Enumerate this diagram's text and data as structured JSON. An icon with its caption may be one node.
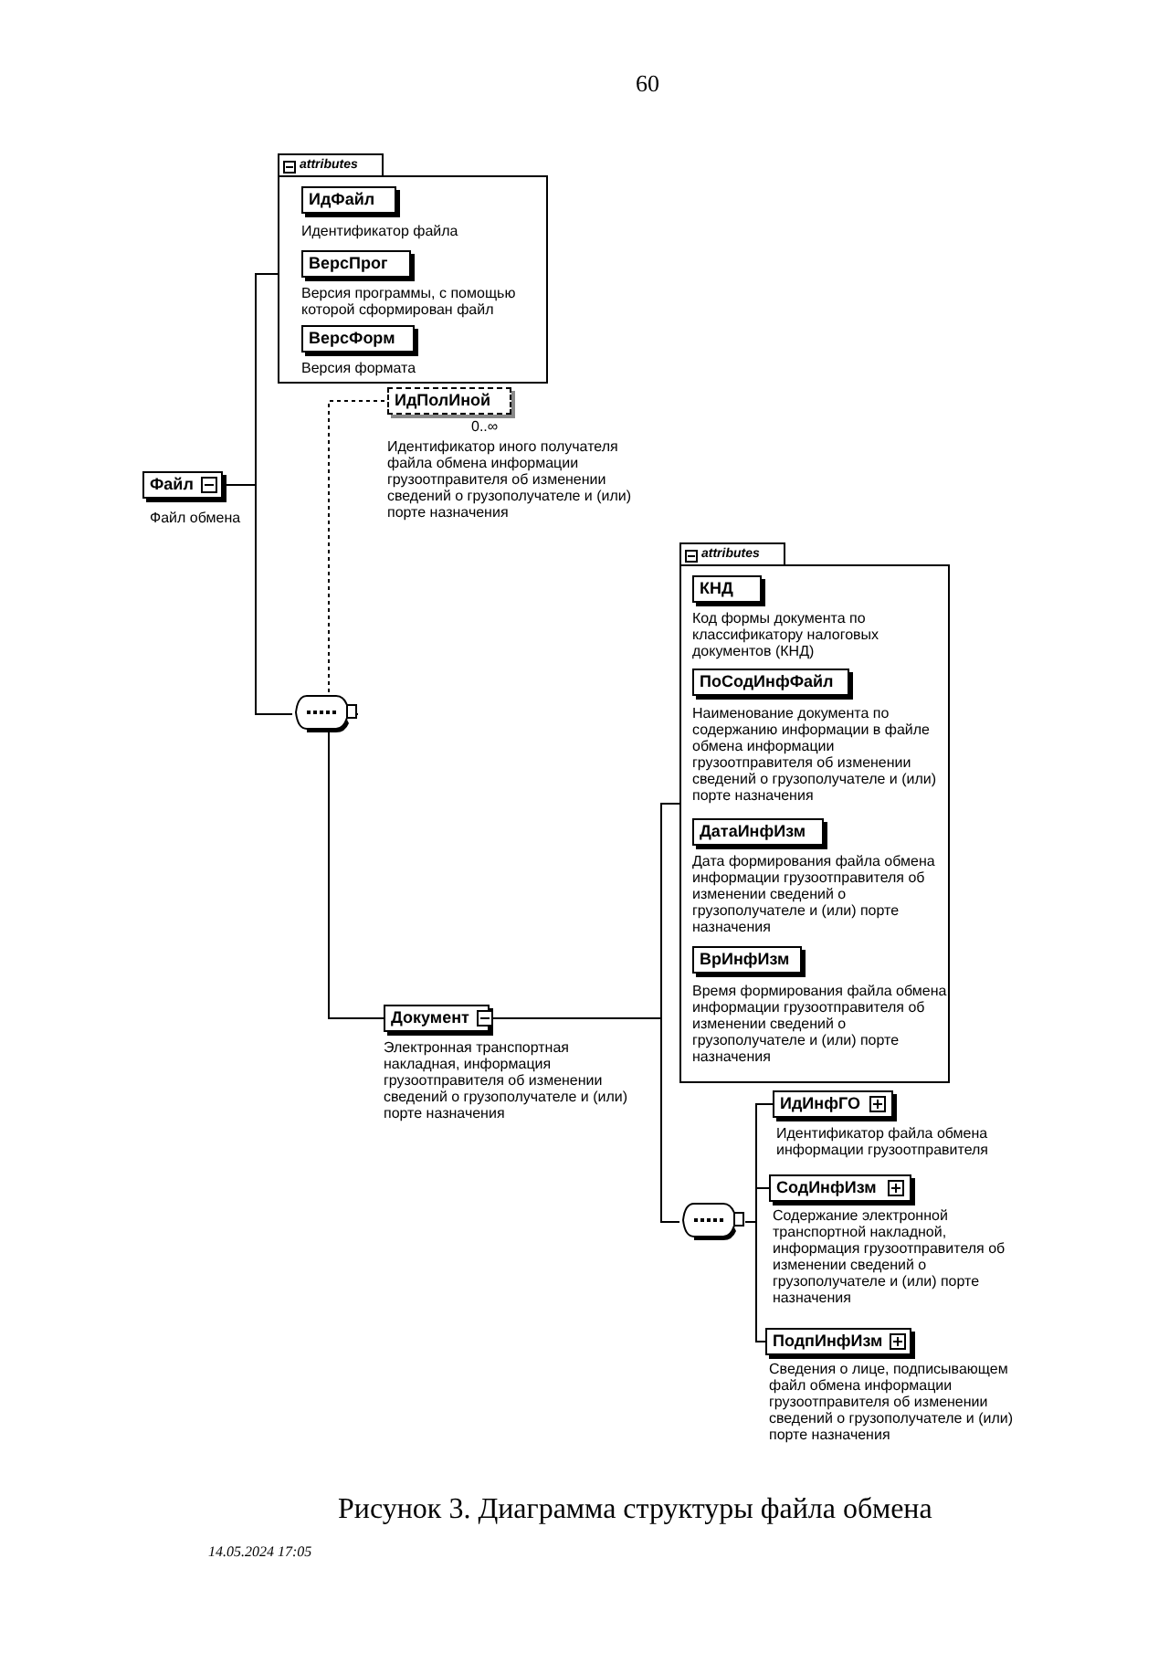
{
  "diagram": {
    "caption": "Рисунок 3. Диаграмма структуры файла обмена",
    "nodes": [
      {
        "text": [
          "attributes"
        ]
      },
      {
        "text": [
          "ИдФайл"
        ],
        "in": 0,
        "beside": [
          "Идентификатор файла"
        ]
      },
      {
        "text": [
          "ВерсПрог"
        ],
        "in": 0,
        "beside": [
          "Версия программы, с помощью которой сформирован файл"
        ]
      },
      {
        "text": [
          "ВерсФорм"
        ],
        "in": 0,
        "beside": [
          "Версия формата"
        ]
      },
      {
        "text": [
          "Файл"
        ],
        "beside": [
          "Файл обмена"
        ]
      },
      {
        "text": [],
        "shape": "oval"
      },
      {
        "text": [
          "ИдПолИной"
        ],
        "beside": [
          "0..∞",
          "Идентификатор иного получателя файла обмена информации грузоотправителя об изменении сведений о грузополучателе и (или) порте назначения"
        ]
      },
      {
        "text": [
          "Документ"
        ],
        "beside": [
          "Электронная транспортная накладная, информация грузоотправителя об изменении сведений о грузополучателе и (или) порте назначения"
        ]
      },
      {
        "text": [
          "attributes"
        ]
      },
      {
        "text": [
          "КНД"
        ],
        "in": 8,
        "beside": [
          "Код формы документа по классификатору налоговых документов (КНД)"
        ]
      },
      {
        "text": [
          "ПоСодИнфФайл"
        ],
        "in": 8,
        "beside": [
          "Наименование документа по содержанию информации в файле обмена информации грузоотправителя об изменении сведений о грузополучателе и (или) порте назначения"
        ]
      },
      {
        "text": [
          "ДатаИнфИзм"
        ],
        "in": 8,
        "beside": [
          "Дата формирования файла обмена информации грузоотправителя об изменении сведений о грузополучателе и (или) порте назначения"
        ]
      },
      {
        "text": [
          "ВрИнфИзм"
        ],
        "in": 8,
        "beside": [
          "Время формирования файла обмена информации грузоотправителя об изменении сведений о грузополучателе и (или) порте назначения"
        ]
      },
      {
        "text": [],
        "shape": "oval"
      },
      {
        "text": [
          "ИдИнфГО"
        ],
        "beside": [
          "Идентификатор файла обмена информации грузоотправителя"
        ]
      },
      {
        "text": [
          "СодИнфИзм"
        ],
        "beside": [
          "Содержание электронной транспортной накладной, информация грузоотправителя об изменении сведений о грузополучателе и (или) порте назначения"
        ]
      },
      {
        "text": [
          "ПодпИнфИзм"
        ],
        "beside": [
          "Сведения о лице, подписывающем файл обмена информации грузоотправителя об изменении сведений о грузополучателе и (или) порте назначения"
        ]
      }
    ],
    "edges": [
      {
        "from": 4,
        "to": 0,
        "arrow": "none"
      },
      {
        "from": 4,
        "to": 5,
        "arrow": "none"
      },
      {
        "from": 5,
        "to": 6,
        "arrow": "none",
        "style": "dashed"
      },
      {
        "from": 5,
        "to": 7,
        "arrow": "none"
      },
      {
        "from": 7,
        "to": 8,
        "arrow": "none"
      },
      {
        "from": 7,
        "to": 13,
        "arrow": "none"
      },
      {
        "from": 13,
        "to": 14,
        "arrow": "none"
      },
      {
        "from": 13,
        "to": 15,
        "arrow": "none"
      },
      {
        "from": 13,
        "to": 16,
        "arrow": "none"
      }
    ],
    "labels": [
      "60",
      "14.05.2024 17:05"
    ]
  }
}
